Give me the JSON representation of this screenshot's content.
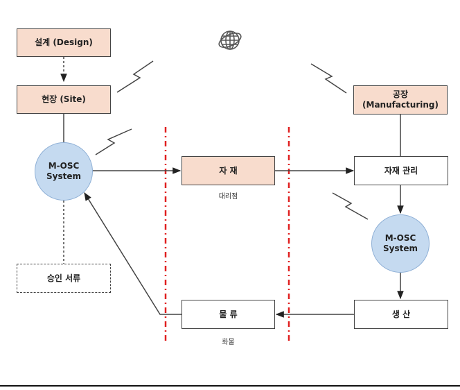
{
  "diagram": {
    "nodes": {
      "design": {
        "label": "설계 (Design)"
      },
      "site": {
        "label": "현장 (Site)"
      },
      "factory": {
        "line1": "공장",
        "line2": "(Manufacturing)"
      },
      "mosc_left": {
        "line1": "M-OSC",
        "line2": "System"
      },
      "mosc_right": {
        "line1": "M-OSC",
        "line2": "System"
      },
      "materials": {
        "label": "자 재",
        "caption": "대리점"
      },
      "material_mgmt": {
        "label": "자재 관리"
      },
      "approval_docs": {
        "label": "승인 서류"
      },
      "logistics": {
        "label": "물 류",
        "caption": "화물"
      },
      "production": {
        "label": "생 산"
      }
    },
    "icons": {
      "network": "globe-icon",
      "wireless_links": "lightning-signal-icon"
    },
    "colors": {
      "process_fill": "#f8dccd",
      "system_fill": "#c5daf0",
      "system_border": "#8fb0d6",
      "boundary_line": "#e02020",
      "connector": "#444444"
    },
    "edges": [
      {
        "from": "design",
        "to": "site",
        "style": "dashed",
        "arrow": true
      },
      {
        "from": "site",
        "to": "mosc_left",
        "style": "solid",
        "arrow": false
      },
      {
        "from": "mosc_left",
        "to": "materials",
        "style": "solid",
        "arrow": true
      },
      {
        "from": "materials",
        "to": "material_mgmt",
        "style": "solid",
        "arrow": true
      },
      {
        "from": "factory",
        "to": "material_mgmt",
        "style": "solid",
        "arrow": false
      },
      {
        "from": "material_mgmt",
        "to": "mosc_right",
        "style": "solid",
        "arrow": true
      },
      {
        "from": "mosc_right",
        "to": "production",
        "style": "solid",
        "arrow": true
      },
      {
        "from": "production",
        "to": "logistics",
        "style": "solid",
        "arrow": true
      },
      {
        "from": "logistics",
        "to": "mosc_left",
        "style": "solid",
        "arrow": true
      },
      {
        "from": "mosc_left",
        "to": "approval_docs",
        "style": "dashed",
        "arrow": false
      }
    ]
  }
}
